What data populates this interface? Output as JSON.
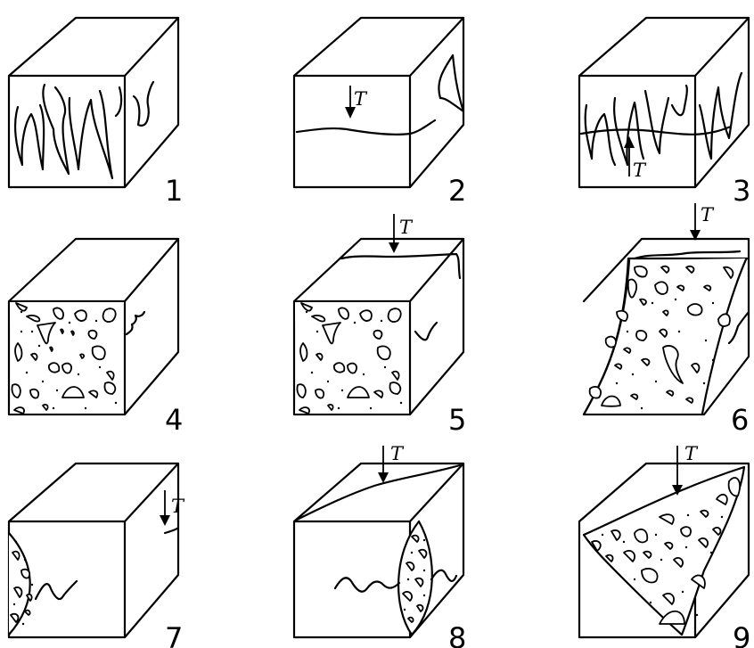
{
  "panels": [
    {
      "id": "1",
      "number": "1"
    },
    {
      "id": "2",
      "number": "2",
      "load_label": "T"
    },
    {
      "id": "3",
      "number": "3",
      "load_label": "T"
    },
    {
      "id": "4",
      "number": "4"
    },
    {
      "id": "5",
      "number": "5",
      "load_label": "T"
    },
    {
      "id": "6",
      "number": "6",
      "load_label": "T"
    },
    {
      "id": "7",
      "number": "7",
      "load_label": "T"
    },
    {
      "id": "8",
      "number": "8",
      "load_label": "T"
    },
    {
      "id": "9",
      "number": "9",
      "load_label": "T"
    }
  ]
}
